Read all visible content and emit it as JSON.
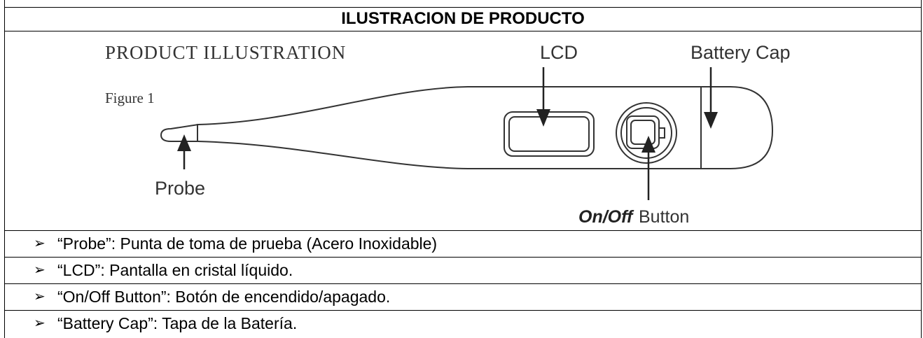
{
  "header": {
    "title": "ILUSTRACION DE PRODUCTO"
  },
  "figure": {
    "heading": "PRODUCT ILLUSTRATION",
    "caption": "Figure 1",
    "labels": {
      "lcd": "LCD",
      "battery_cap": "Battery Cap",
      "probe": "Probe",
      "on_off": "On/Off",
      "button": "Button"
    }
  },
  "list": {
    "bullet": "➢",
    "items": [
      "“Probe”: Punta de toma de prueba (Acero Inoxidable)",
      "“LCD”: Pantalla en cristal líquido.",
      "“On/Off Button”: Botón de encendido/apagado.",
      "“Battery Cap”: Tapa de la Batería."
    ]
  }
}
